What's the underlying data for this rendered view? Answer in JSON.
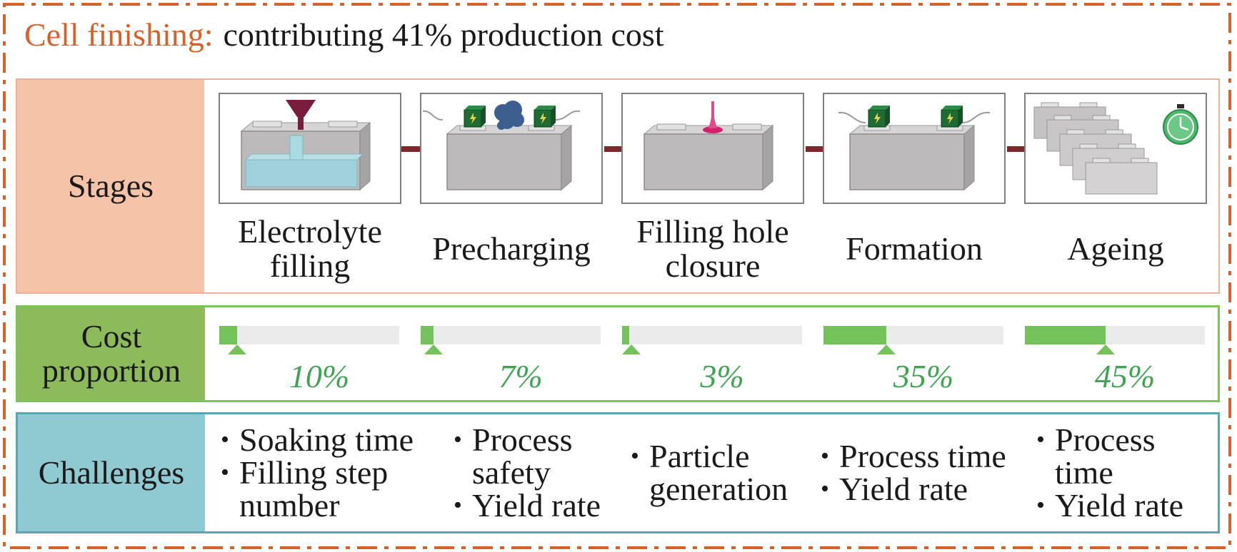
{
  "header": {
    "highlight": "Cell finishing:",
    "text": "contributing 41% production cost"
  },
  "rows": {
    "stages_label": "Stages",
    "cost_label_line1": "Cost",
    "cost_label_line2": "proportion",
    "challenges_label": "Challenges"
  },
  "stages": [
    {
      "name_line1": "Electrolyte",
      "name_line2": "filling",
      "illustration": "electrolyte-filling-icon"
    },
    {
      "name_line1": "Precharging",
      "name_line2": "",
      "illustration": "precharging-icon"
    },
    {
      "name_line1": "Filling hole",
      "name_line2": "closure",
      "illustration": "filling-hole-closure-icon"
    },
    {
      "name_line1": "Formation",
      "name_line2": "",
      "illustration": "formation-icon"
    },
    {
      "name_line1": "Ageing",
      "name_line2": "",
      "illustration": "ageing-icon"
    }
  ],
  "costs": [
    {
      "label": "10%",
      "fraction": 0.1
    },
    {
      "label": "7%",
      "fraction": 0.07
    },
    {
      "label": "3%",
      "fraction": 0.03
    },
    {
      "label": "35%",
      "fraction": 0.35
    },
    {
      "label": "45%",
      "fraction": 0.45
    }
  ],
  "challenges": [
    [
      "Soaking time",
      "Filling step",
      "number"
    ],
    [
      "Process",
      "safety",
      "Yield rate"
    ],
    [
      "Particle",
      "generation"
    ],
    [
      "Process time",
      "Yield rate"
    ],
    [
      "Process",
      "time",
      "Yield rate"
    ]
  ],
  "colors": {
    "frame": "#d8612a",
    "stages_bg": "#f5c3a7",
    "cost_bg": "#8dbb5c",
    "challenges_bg": "#8fc9d1",
    "bar_fill": "#74c35a",
    "percent_text": "#3fa552",
    "arrow": "#7a2a2a"
  }
}
